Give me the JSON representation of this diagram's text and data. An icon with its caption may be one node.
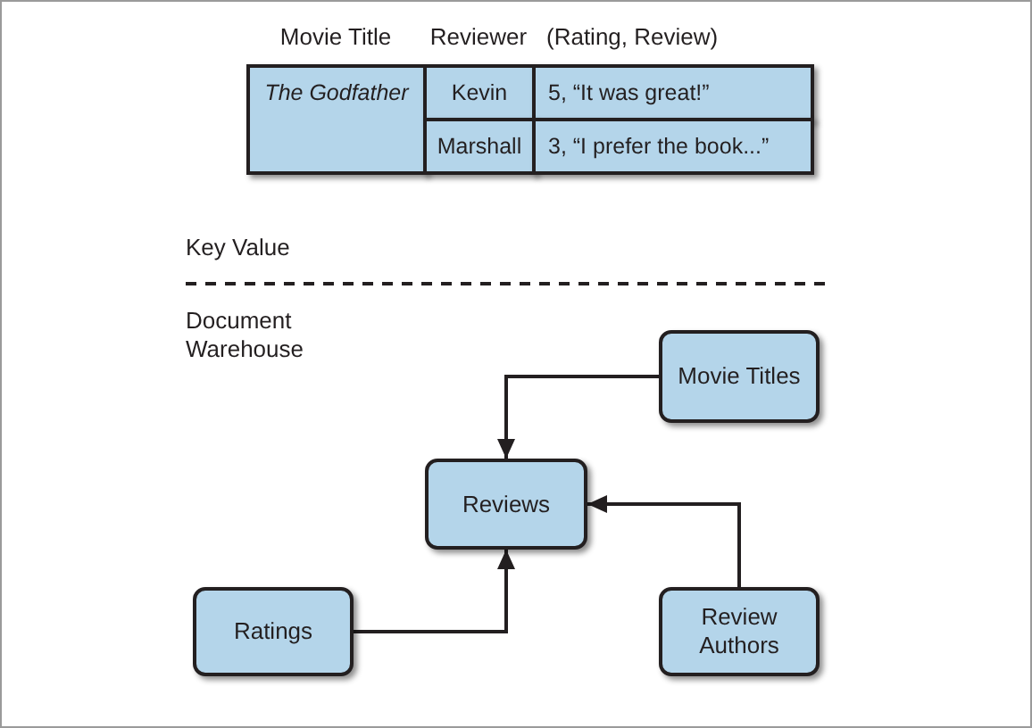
{
  "diagram": {
    "nodes": [
      {
        "text": [
          "Movie Titles"
        ]
      },
      {
        "text": [
          "Reviews"
        ]
      },
      {
        "text": [
          "Ratings"
        ]
      },
      {
        "text": [
          "Review Authors"
        ]
      }
    ],
    "edges": [
      {
        "from": 0,
        "to": 1,
        "arrow": "to"
      },
      {
        "from": 3,
        "to": 1,
        "arrow": "to"
      },
      {
        "from": 2,
        "to": 1,
        "arrow": "to"
      }
    ],
    "labels": [
      "Movie Title",
      "Reviewer",
      "(Rating, Review)",
      "The Godfather",
      "Kevin",
      "5, “It was great!”",
      "Marshall",
      "3, “I prefer the book...”",
      "Key Value",
      "Document Warehouse"
    ]
  }
}
